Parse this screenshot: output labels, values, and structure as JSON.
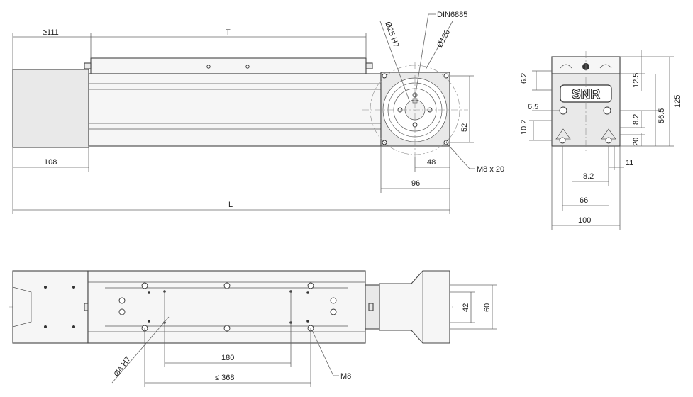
{
  "dimensions": {
    "side_min_left": "≥111",
    "stroke_t": "T",
    "shaft_dia": "Ø25 H7",
    "standard": "DIN6885",
    "flange_dia": "Ø120",
    "motor_block": "108",
    "flange_hole_pitch": "52",
    "flange_hole_pitch_h": "48",
    "flange_thread": "M8 x 20",
    "flange_width": "96",
    "total_length": "L",
    "end_6_2": "6.2",
    "end_6_5": "6.5",
    "end_10_2": "10.2",
    "end_12_5": "12.5",
    "end_125": "125",
    "end_56_5": "56.5",
    "end_8_2_v": "8.2",
    "end_20": "20",
    "end_11": "11",
    "end_8_2_h": "8.2",
    "end_66": "66",
    "end_100": "100",
    "top_42": "42",
    "top_60": "60",
    "pin_dia": "Ø4 H7",
    "pin_spacing": "180",
    "thread_spacing": "≤ 368",
    "carriage_thread": "M8"
  },
  "logo_text": "SNR"
}
